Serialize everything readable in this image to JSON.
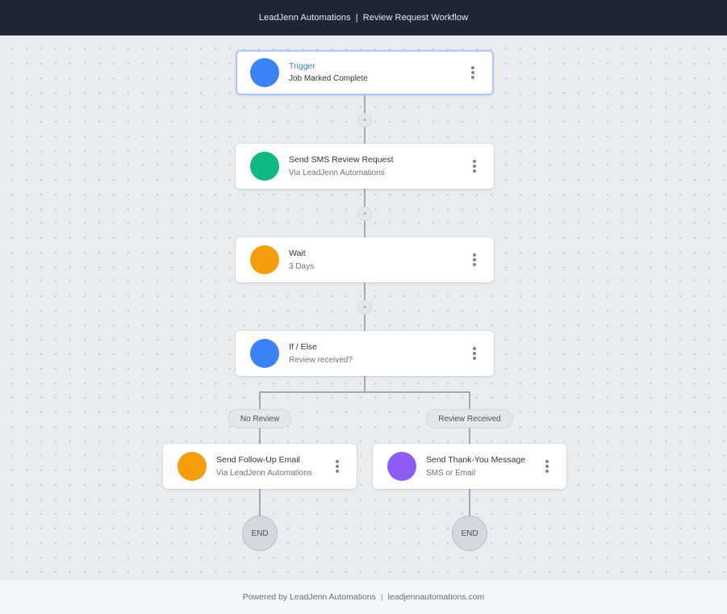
{
  "header": {
    "brand": "LeadJenn Automations",
    "separator": "|",
    "page": "Review Request Workflow"
  },
  "nodes": {
    "trigger": {
      "title": "Trigger",
      "subtitle": "Job Marked Complete",
      "color": "#3b82f6",
      "icon": "kebab-menu-icon"
    },
    "sms": {
      "title": "Send SMS Review Request",
      "subtitle": "Via LeadJenn Automations",
      "color": "#10b981"
    },
    "wait": {
      "title": "Wait",
      "subtitle": "3 Days",
      "color": "#f59e0b"
    },
    "ifelse": {
      "title": "If / Else",
      "subtitle": "Review received?",
      "color": "#3b82f6"
    },
    "followup": {
      "title": "Send Follow-Up Email",
      "subtitle": "Via LeadJenn Automations",
      "color": "#f59e0b"
    },
    "thankyou": {
      "title": "Send Thank-You Message",
      "subtitle": "SMS or Email",
      "color": "#8b5cf6"
    }
  },
  "add_step_label": "+",
  "branches": {
    "left": "No Review",
    "right": "Review Received"
  },
  "end_label": "END",
  "footer": {
    "powered": "Powered by LeadJenn Automations",
    "separator": "|",
    "site": "leadjennautomations.com"
  }
}
